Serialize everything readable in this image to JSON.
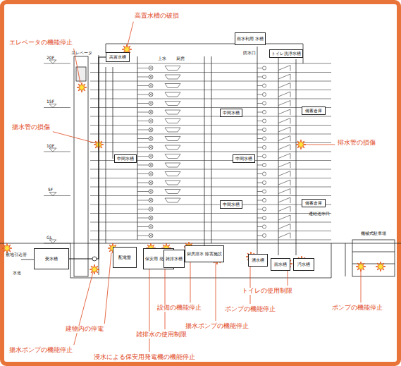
{
  "diagram": {
    "nodes": [
      {
        "text": [
          "高置水槽"
        ]
      },
      {
        "text": [
          "雨水利用 水槽"
        ]
      },
      {
        "text": [
          "中間水槽"
        ]
      },
      {
        "text": [
          "中間水槽"
        ]
      },
      {
        "text": [
          "中間水槽"
        ]
      },
      {
        "text": [
          "中間水槽"
        ]
      },
      {
        "text": [
          "トイレ洗浄水槽"
        ]
      },
      {
        "text": [
          "備蓄倉庫"
        ]
      },
      {
        "text": [
          "備蓄倉庫"
        ]
      },
      {
        "text": [
          "受水槽"
        ]
      },
      {
        "text": [
          "配電盤"
        ]
      },
      {
        "text": [
          "保安用 発電機"
        ]
      },
      {
        "text": [
          "雑排水槽"
        ]
      },
      {
        "text": [
          "厨房排水 除害施設"
        ]
      },
      {
        "text": [
          "湧水槽"
        ]
      },
      {
        "text": [
          "雨水槽"
        ]
      },
      {
        "text": [
          "汚水槽"
        ]
      },
      {
        "text": [
          "機械式駐車場"
        ]
      }
    ],
    "edges": [
      {
        "from": 9,
        "to": 0,
        "arrow": "none"
      }
    ],
    "labels": [
      "高置水槽の破損",
      "エレベータの機能停止",
      "揚水管の損傷",
      "排水管の損傷",
      "建物内の停電",
      "揚水ポンプの機能停止",
      "浸水による保安用発電機の機能停止",
      "雑排水の使用制限",
      "設備の機能停止",
      "揚水ポンプの機能停止",
      "ポンプの機能停止",
      "トイレの使用制限",
      "ポンプの機能停止",
      "エレベータ",
      "20F",
      "15F",
      "10F",
      "5F",
      "GL",
      "上水",
      "厨房",
      "防水口",
      "連結送水口",
      "敷地引込管",
      "水道"
    ]
  }
}
